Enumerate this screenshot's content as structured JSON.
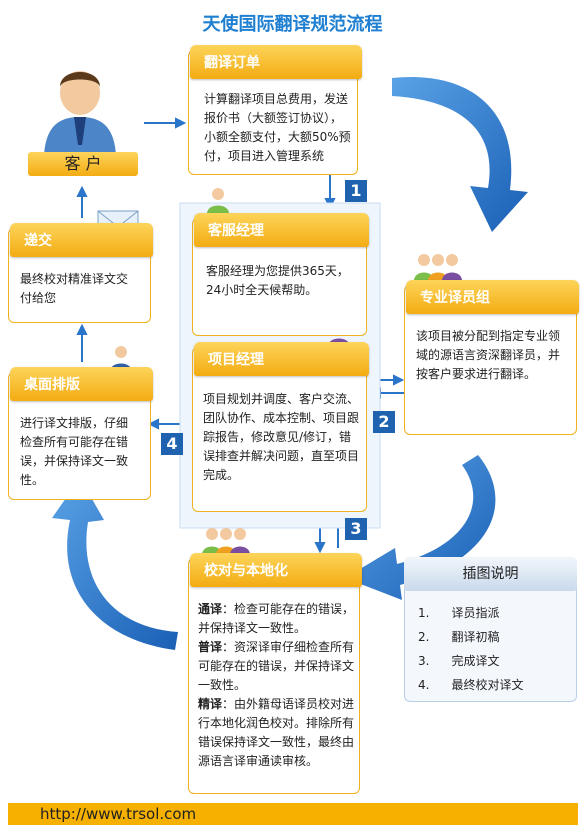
{
  "title": "天使国际翻译规范流程",
  "client": {
    "label": "客 户"
  },
  "order": {
    "title": "翻译订单",
    "lines": [
      "计算翻译项目总费用，发送",
      "报价书（大额签订协议），",
      "小额全额支付，大额50%预",
      "付，项目进入管理系统"
    ]
  },
  "service": {
    "title": "客服经理",
    "lines": [
      "客服经理为您提供365天，",
      "24小时全天候帮助。"
    ]
  },
  "pm": {
    "title": "项目经理",
    "lines": [
      "项目规划并调度、客户交流、",
      "团队协作、成本控制、项目跟",
      "踪报告，修改意见/修订，错",
      "误排查并解决问题，直至项目",
      "完成。"
    ]
  },
  "team": {
    "title": "专业译员组",
    "lines": [
      "该项目被分配到指定专业领",
      "域的源语言资深翻译员，并",
      "按客户要求进行翻译。"
    ]
  },
  "delivery": {
    "title": "递交",
    "lines": [
      "最终校对精准译文交",
      "付给您"
    ]
  },
  "dtp": {
    "title": "桌面排版",
    "lines": [
      "进行译文排版，仔细",
      "检查所有可能存在错",
      "误，并保持译文一致",
      "性。"
    ]
  },
  "proof": {
    "title": "校对与本地化",
    "sections": [
      {
        "term": "通译",
        "lines": [
          "：检查可能存在的错误，",
          "并保持译文一致性。"
        ]
      },
      {
        "term": "普译",
        "lines": [
          "：资深译审仔细检查所有",
          "可能存在的错误，并保持译文",
          "一致性。"
        ]
      },
      {
        "term": "精译",
        "lines": [
          "：由外籍母语译员校对进",
          "行本地化润色校对。排除所有",
          "错误保持译文一致性，最终由",
          "源语言译审通读审核。"
        ]
      }
    ]
  },
  "legend": {
    "title": "插图说明",
    "items": [
      {
        "num": "1.",
        "text": "译员指派"
      },
      {
        "num": "2.",
        "text": "翻译初稿"
      },
      {
        "num": "3.",
        "text": "完成译文"
      },
      {
        "num": "4.",
        "text": "最终校对译文"
      }
    ]
  },
  "steps": [
    "1",
    "2",
    "3",
    "4"
  ],
  "footer": "http://www.trsol.com",
  "colors": {
    "accent": "#f3ac12",
    "blue": "#1f62b0",
    "arrow": "#2a75c9"
  }
}
